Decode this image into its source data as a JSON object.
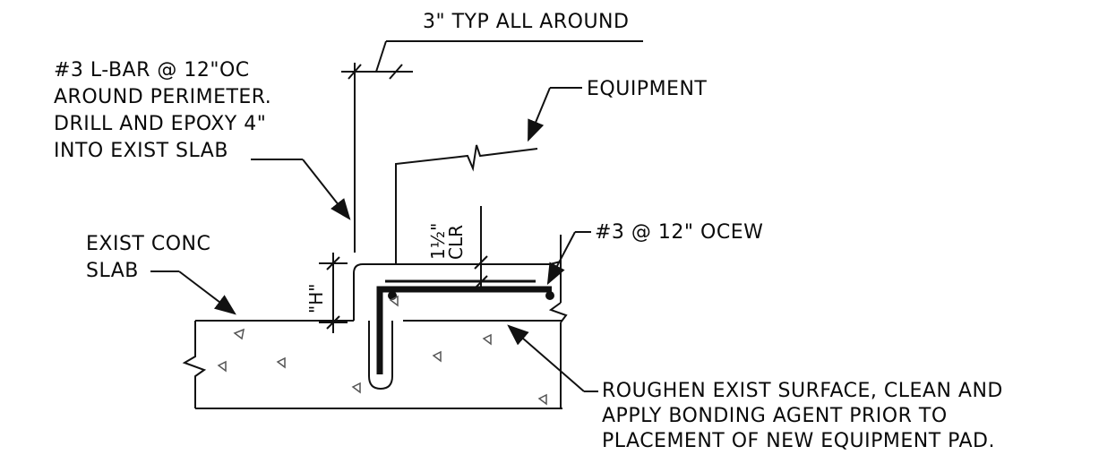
{
  "notes": {
    "typ_all_around": "3\" TYP ALL AROUND",
    "lbar": [
      "#3 L-BAR @ 12\"OC",
      "AROUND PERIMETER.",
      "DRILL AND EPOXY 4\"",
      "INTO EXIST SLAB"
    ],
    "equipment": "EQUIPMENT",
    "exist_slab": [
      "EXIST CONC",
      "SLAB"
    ],
    "rebar_ocew": "#3 @ 12\" OCEW",
    "roughen": [
      "ROUGHEN EXIST SURFACE, CLEAN AND",
      "APPLY BONDING AGENT PRIOR TO",
      "PLACEMENT OF NEW EQUIPMENT PAD."
    ]
  },
  "dimensions": {
    "height": "\"H\"",
    "clear_value": "1½\"",
    "clear_label": "CLR"
  },
  "colors": {
    "line": "#111111",
    "concrete_fill": "#ffffff",
    "rebar": "#111111"
  }
}
